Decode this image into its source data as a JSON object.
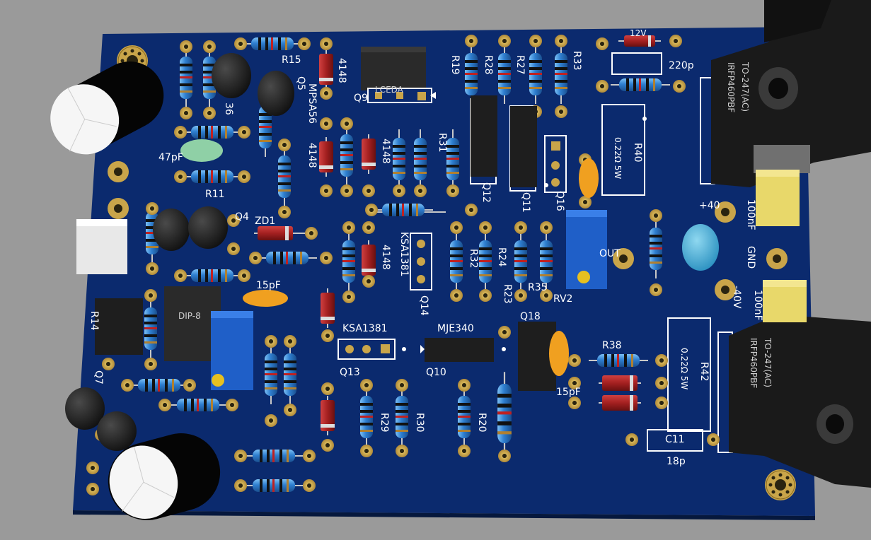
{
  "labels": {
    "r15": "R15",
    "d4148_a": "4148",
    "q9": "Q9",
    "lceda": "LCEDA",
    "r19": "R19",
    "r28": "R28",
    "r27": "R27",
    "r33": "R33",
    "v12": "12V",
    "c220p": "220p",
    "q5": "Q5",
    "mpsa56": "MPSA56",
    "r36_frag": "36",
    "c47pf": "47pF",
    "d4148_b": "4148",
    "d4148_c": "4148",
    "r31": "R31",
    "r11": "R11",
    "q12": "Q12",
    "q11": "Q11",
    "q16": "Q16",
    "r40": "R40",
    "r40_val": "0.22Ω 5W",
    "plus40": "+40",
    "c100nf_a": "100nF",
    "q4": "Q4",
    "zd1": "ZD1",
    "ksa1381_a": "KSA1381",
    "d4148_d": "4148",
    "r32": "R32",
    "r24": "R24",
    "r35": "R35",
    "r23": "R23",
    "rv2": "RV2",
    "out": "OUT",
    "gnd": "GND",
    "minus40": "-40V",
    "c100nf_b": "100nF",
    "c15pf": "15pF",
    "q14": "Q14",
    "dip8": "DIP-8",
    "r14": "R14",
    "ksa1381_b": "KSA1381",
    "mje340": "MJE340",
    "q13": "Q13",
    "q10": "Q10",
    "q18": "Q18",
    "r38": "R38",
    "r42": "R42",
    "r42_val": "0.22Ω 5W",
    "c15pf_b": "15pF",
    "q7": "Q7",
    "r29": "R29",
    "r30": "R30",
    "r20": "R20",
    "c11": "C11",
    "c18p": "18p",
    "to247_a": "TO-247(AC)",
    "irfp_a": "IRFP460PBF",
    "to247_b": "TO-247(AC)",
    "irfp_b": "IRFP460PBF"
  },
  "colors": {
    "board": "#0b2a6e",
    "silk": "#ffffff",
    "pad": "#c9a54a",
    "resistor": "#2f7fd0",
    "diode": "#a42020",
    "capacitor_yellow": "#e8d86a",
    "capacitor_orange": "#f0a020",
    "trimpot": "#1f5fc8"
  }
}
